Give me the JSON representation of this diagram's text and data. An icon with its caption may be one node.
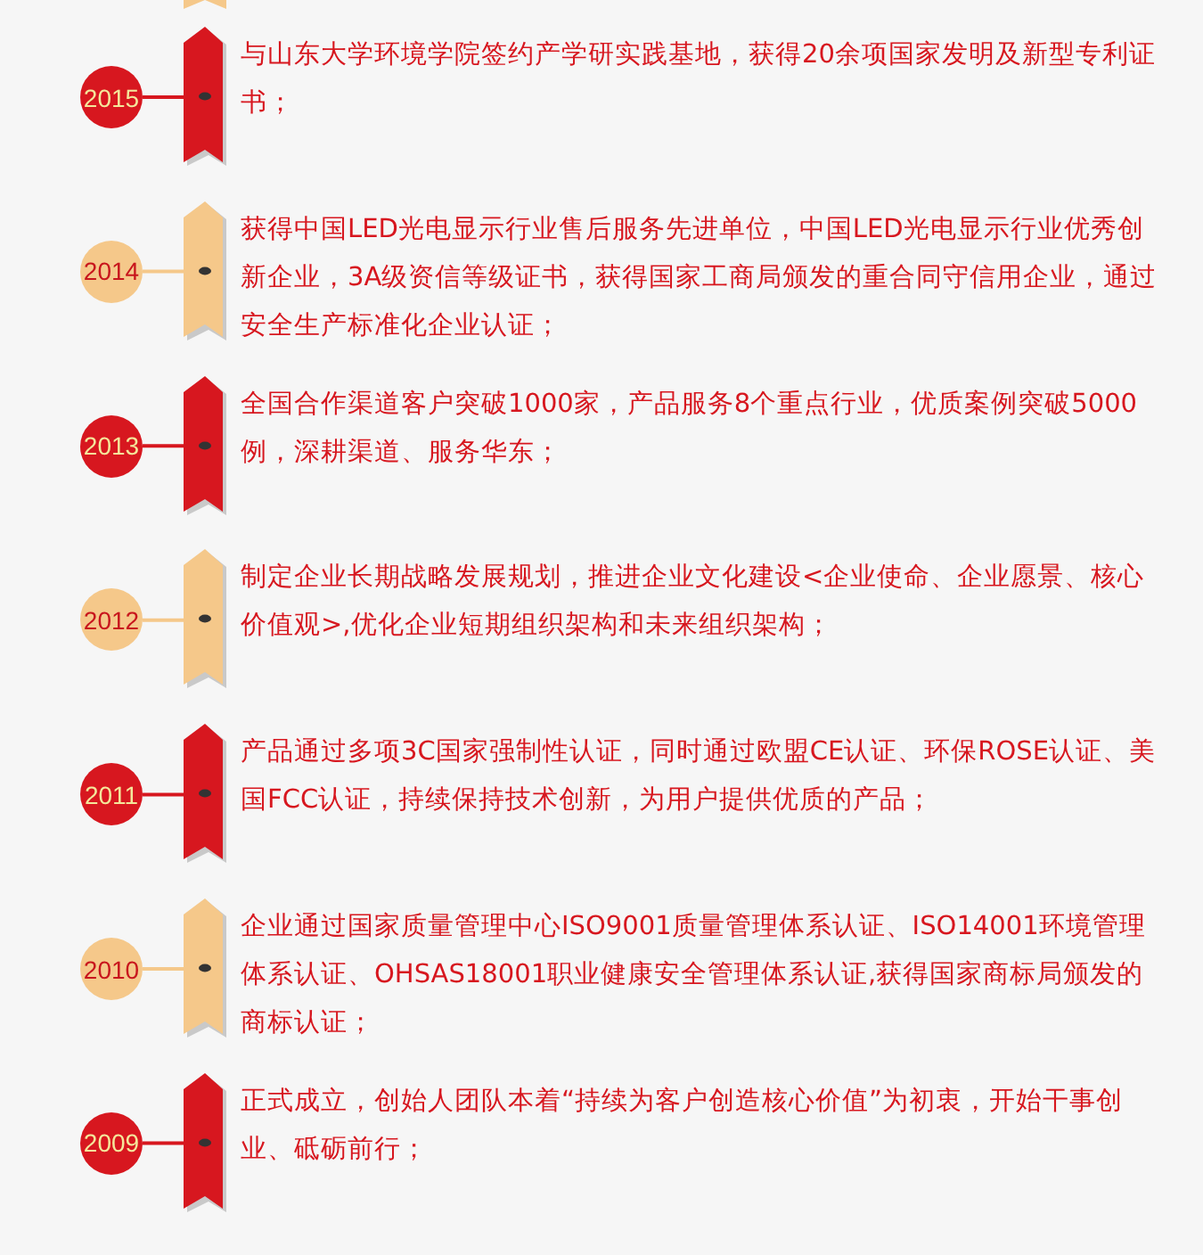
{
  "diagram": {
    "nodes": [
      {
        "text": [
          "2015"
        ]
      },
      {
        "text": [],
        "shape": "bar",
        "beside": [
          "与山东大学环境学院签约产学研实践基地，获得20余项国家发明及新型专利证书；"
        ]
      },
      {
        "text": [
          "2014"
        ]
      },
      {
        "text": [],
        "shape": "bar",
        "beside": [
          "获得中国LED光电显示行业售后服务先进单位，中国LED光电显示行业优秀创新企业，3A级资信等级证书，获得国家工商局颁发的重合同守信用企业，通过安全生产标准化企业认证；"
        ]
      },
      {
        "text": [
          "2013"
        ]
      },
      {
        "text": [],
        "shape": "bar",
        "beside": [
          "全国合作渠道客户突破1000家，产品服务8个重点行业，优质案例突破5000例，深耕渠道、服务华东；"
        ]
      },
      {
        "text": [
          "2012"
        ]
      },
      {
        "text": [],
        "shape": "bar",
        "beside": [
          "制定企业长期战略发展规划，推进企业文化建设<企业使命、企业愿景、核心价值观>,优化企业短期组织架构和未来组织架构；"
        ]
      },
      {
        "text": [
          "2011"
        ]
      },
      {
        "text": [],
        "shape": "bar",
        "beside": [
          "产品通过多项3C国家强制性认证，同时通过欧盟CE认证、环保ROSE认证、美国FCC认证，持续保持技术创新，为用户提供优质的产品；"
        ]
      },
      {
        "text": [
          "2010"
        ]
      },
      {
        "text": [],
        "shape": "bar",
        "beside": [
          "企业通过国家质量管理中心ISO9001质量管理体系认证、ISO14001环境管理体系认证、OHSAS18001职业健康安全管理体系认证,获得国家商标局颁发的商标认证；"
        ]
      },
      {
        "text": [
          "2009"
        ]
      },
      {
        "text": [],
        "shape": "bar",
        "beside": [
          "正式成立，创始人团队本着“持续为客户创造核心价值”为初衷，开始干事创业、砥砺前行；"
        ]
      }
    ],
    "edges": [
      {
        "from": 0,
        "to": 1,
        "arrow": "none"
      },
      {
        "from": 2,
        "to": 3,
        "arrow": "none",
        "color": "#f5c88a"
      },
      {
        "from": 4,
        "to": 5,
        "arrow": "none"
      },
      {
        "from": 6,
        "to": 7,
        "arrow": "none",
        "color": "#f5c88a"
      },
      {
        "from": 8,
        "to": 9,
        "arrow": "none"
      },
      {
        "from": 10,
        "to": 11,
        "arrow": "none",
        "color": "#f5c88a"
      },
      {
        "from": 12,
        "to": 13,
        "arrow": "none"
      }
    ]
  }
}
